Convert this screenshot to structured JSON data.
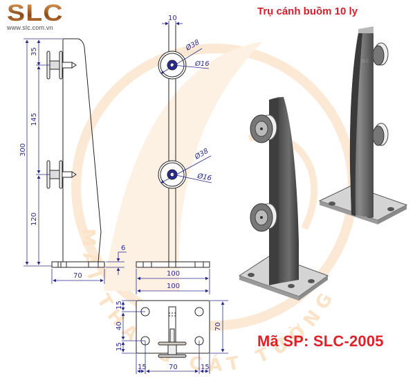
{
  "brand": {
    "logo_text": "SLC",
    "website": "www.slc.com.vn",
    "colors": {
      "logo": "#b0672a",
      "title": "#d3202a",
      "dimension": "#2a2a8a",
      "watermark": "#f5d9b8"
    }
  },
  "header": {
    "title": "Trụ cánh buồm 10 ly"
  },
  "product": {
    "code_label": "Mã SP: SLC-2005"
  },
  "watermark": {
    "text": "MÃI THANG CÁT TƯỜNG"
  },
  "side_view": {
    "dimensions": {
      "total_height": "300",
      "top_to_clamp": "35",
      "between_clamps": "145",
      "clamp_to_base": "120",
      "base_thickness": "6",
      "base_depth": "70"
    }
  },
  "front_view": {
    "dimensions": {
      "post_width": "10",
      "clamp_outer_top": "Ø38",
      "clamp_inner_top": "Ø16",
      "clamp_outer_bottom": "Ø38",
      "clamp_inner_bottom": "Ø16",
      "base_width": "100"
    }
  },
  "top_view": {
    "dimensions": {
      "plate_width": "100",
      "plate_depth": "70",
      "hole_offset_top": "15",
      "hole_spacing_vertical": "40",
      "hole_offset_bottom": "15",
      "hole_offset_left": "15",
      "hole_spacing_horizontal": "70",
      "hole_offset_right": "15"
    }
  },
  "render_views": [
    {
      "name": "isometric-view-front",
      "clamps": 2,
      "base_holes": 4
    },
    {
      "name": "isometric-view-back",
      "clamps": 2,
      "base_holes": 4
    }
  ]
}
